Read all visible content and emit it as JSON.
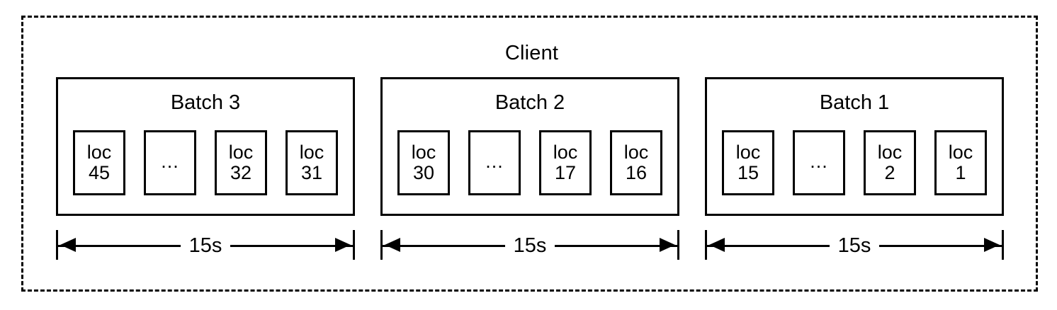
{
  "diagram": {
    "container": {
      "label": "Client",
      "border_style": "dashed",
      "color": "#000000"
    },
    "batches": [
      {
        "title": "Batch 3",
        "duration_label": "15s",
        "cells": [
          {
            "kind": "loc",
            "top_label": "loc",
            "value": "45"
          },
          {
            "kind": "ellipsis",
            "glyph": "..."
          },
          {
            "kind": "loc",
            "top_label": "loc",
            "value": "32"
          },
          {
            "kind": "loc",
            "top_label": "loc",
            "value": "31"
          }
        ]
      },
      {
        "title": "Batch 2",
        "duration_label": "15s",
        "cells": [
          {
            "kind": "loc",
            "top_label": "loc",
            "value": "30"
          },
          {
            "kind": "ellipsis",
            "glyph": "..."
          },
          {
            "kind": "loc",
            "top_label": "loc",
            "value": "17"
          },
          {
            "kind": "loc",
            "top_label": "loc",
            "value": "16"
          }
        ]
      },
      {
        "title": "Batch 1",
        "duration_label": "15s",
        "cells": [
          {
            "kind": "loc",
            "top_label": "loc",
            "value": "15"
          },
          {
            "kind": "ellipsis",
            "glyph": "..."
          },
          {
            "kind": "loc",
            "top_label": "loc",
            "value": "2"
          },
          {
            "kind": "loc",
            "top_label": "loc",
            "value": "1"
          }
        ]
      }
    ]
  },
  "geometry": {
    "batch_left": [
      79,
      537,
      995
    ],
    "batch_width": [
      422,
      422,
      422
    ],
    "batch_height": 196
  }
}
